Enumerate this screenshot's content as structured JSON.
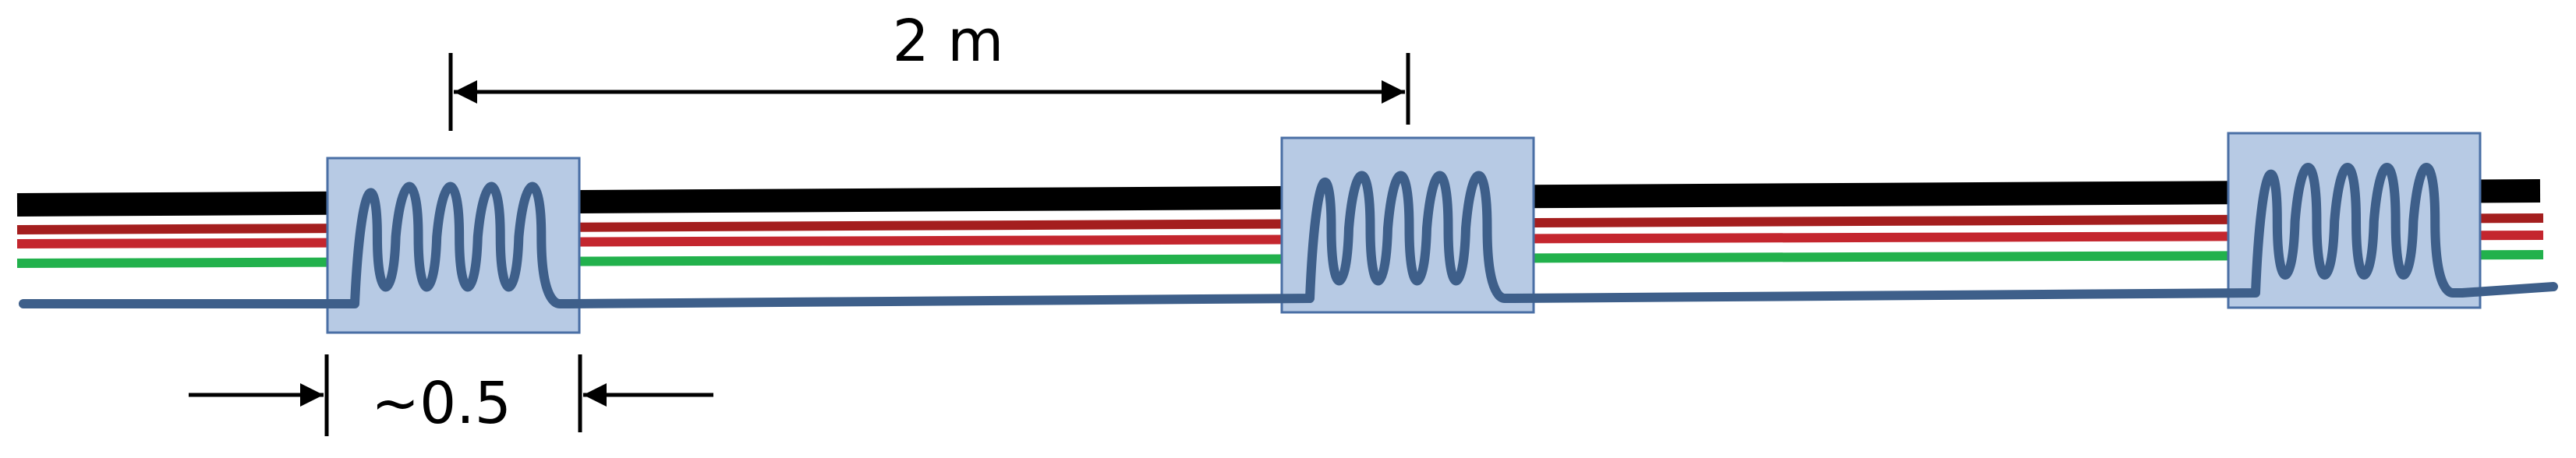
{
  "colors": {
    "cable_black": "#000000",
    "cable_red_dark": "#a41e1e",
    "cable_red": "#c4262e",
    "cable_green": "#22b14c",
    "cable_blue": "#3e5f8a",
    "box_fill": "#b7cae4",
    "box_stroke": "#4a6fa5",
    "coil": "#3e5f8a",
    "arrows": "#000000"
  },
  "labels": {
    "spacing": "2 m",
    "coil_width": "~0.5"
  },
  "coil_count": 3,
  "coil_turns": 5
}
